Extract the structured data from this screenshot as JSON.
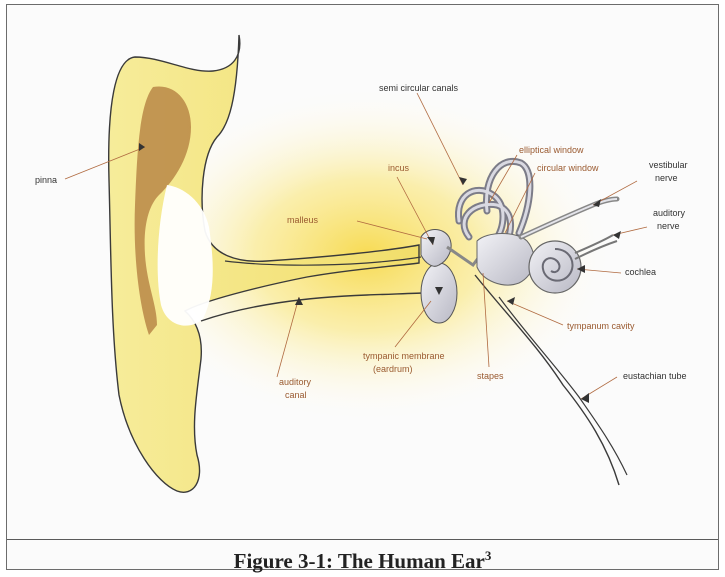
{
  "figure": {
    "labels": {
      "pinna": "pinna",
      "semi_circular_canals": "semi circular canals",
      "incus": "incus",
      "elliptical_window": "elliptical window",
      "circular_window": "circular window",
      "vestibular_nerve_1": "vestibular",
      "vestibular_nerve_2": "nerve",
      "auditory_nerve_1": "auditory",
      "auditory_nerve_2": "nerve",
      "malleus": "malleus",
      "cochlea": "cochlea",
      "tympanum_cavity": "tympanum cavity",
      "auditory_canal_1": "auditory",
      "auditory_canal_2": "canal",
      "tympanic_membrane_1": "tympanic membrane",
      "tympanic_membrane_2": "(eardrum)",
      "stapes": "stapes",
      "eustachian_tube": "eustachian tube"
    }
  },
  "caption": {
    "text": "Figure 3-1: The Human Ear",
    "superscript": "3"
  }
}
